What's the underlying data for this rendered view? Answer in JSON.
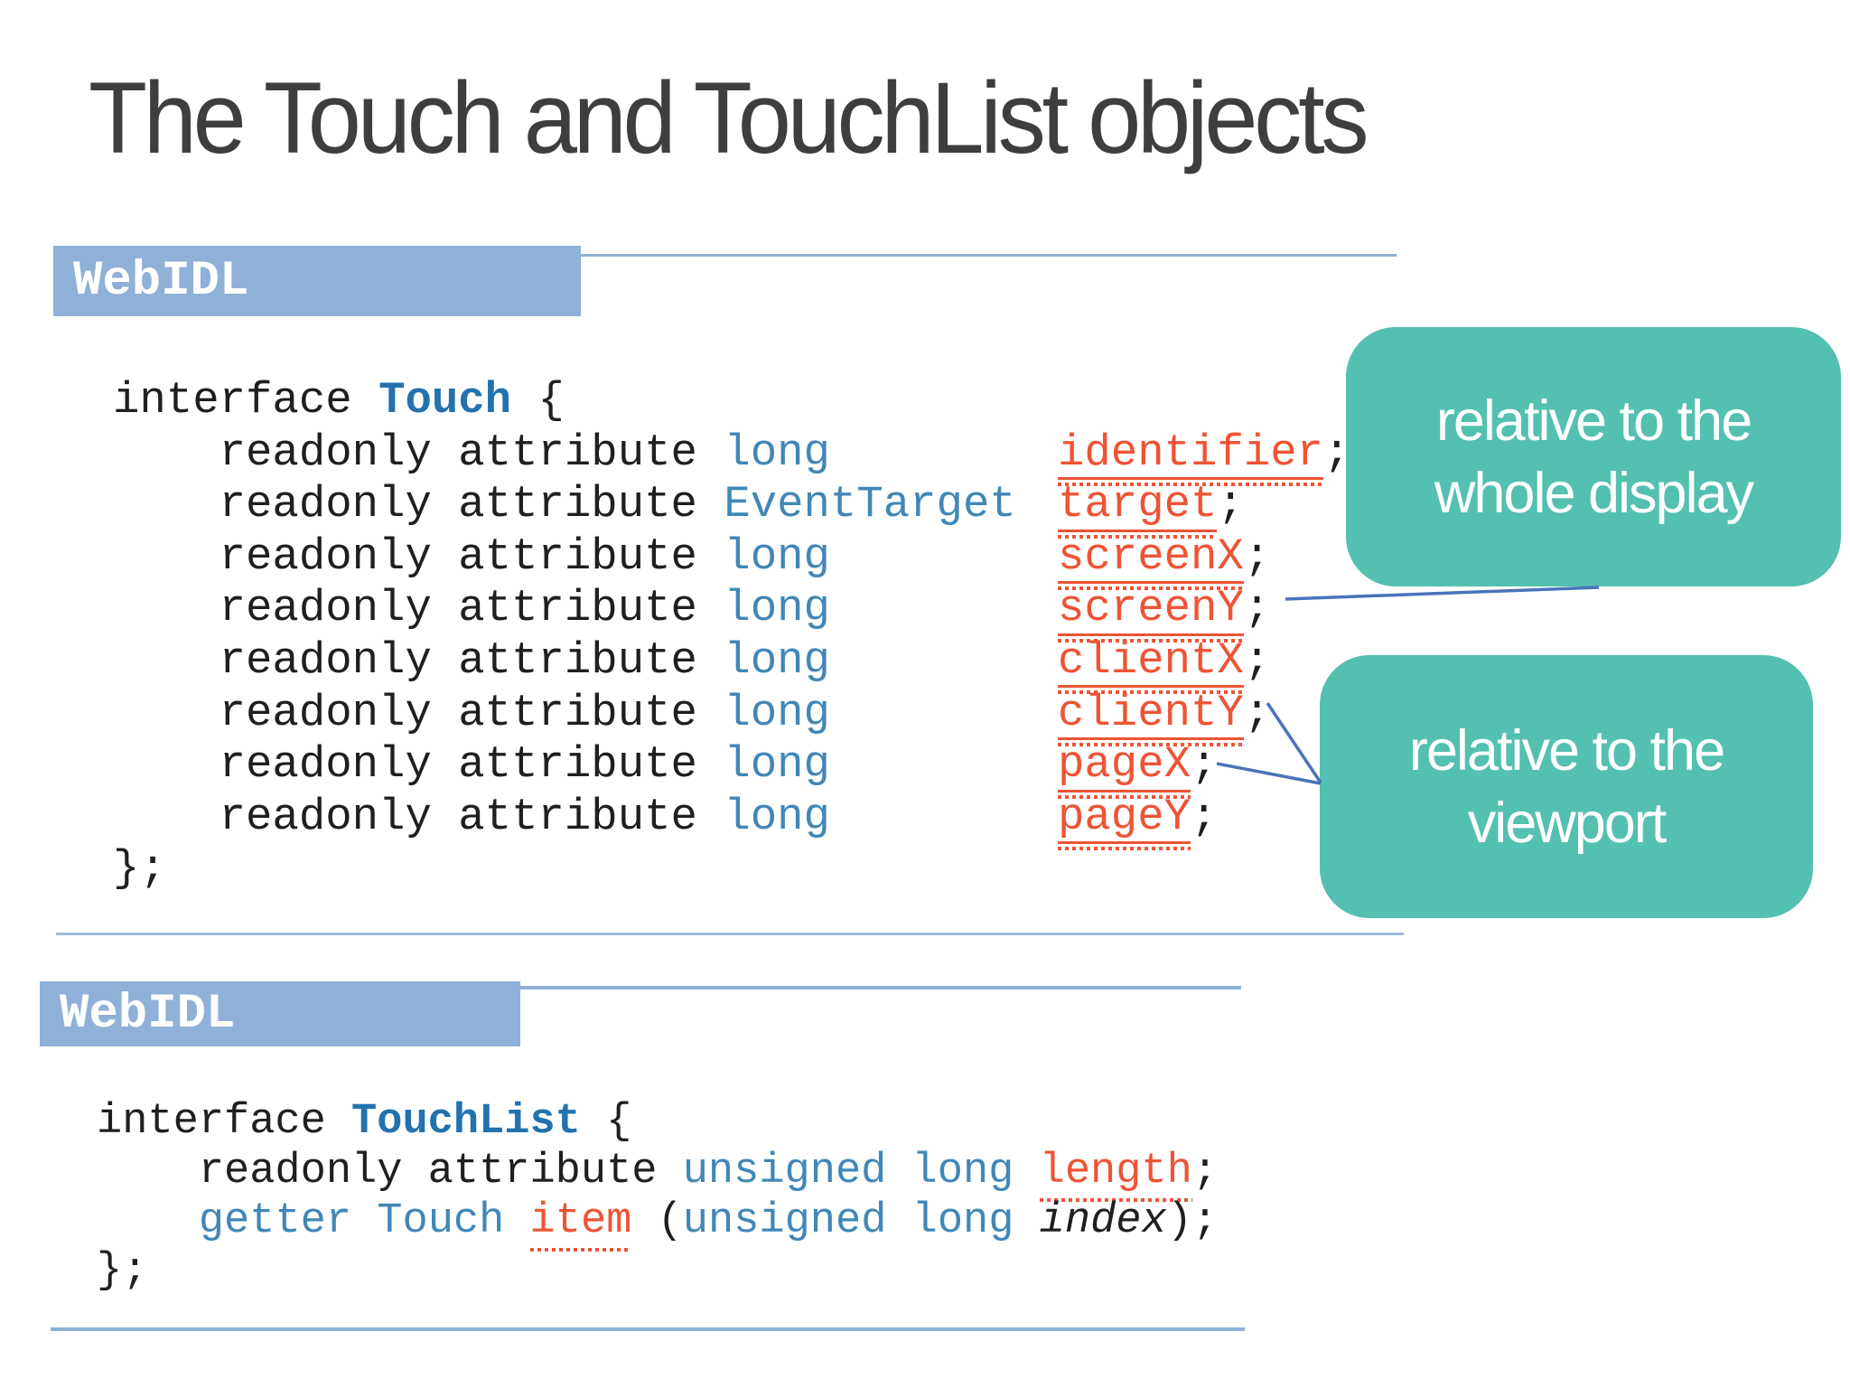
{
  "slide": {
    "title": "The Touch and TouchList objects"
  },
  "colors": {
    "header_bar_blue": "#8fb1d7",
    "rule_blue": "#9fb9d8",
    "connector_blue": "#4a73b8",
    "callout_teal": "#54c0af",
    "keyword_blue": "#4187b7",
    "interface_name_blue": "#2272ae",
    "attribute_orange": "#ee5434",
    "code_text": "#1f1f1f",
    "title_gray": "#3e3e3e"
  },
  "block1": {
    "header": "WebIDL",
    "lines": [
      {
        "segs": [
          {
            "t": "interface ",
            "c": "plain"
          },
          {
            "t": "Touch",
            "c": "iface"
          },
          {
            "t": " {",
            "c": "plain"
          }
        ]
      },
      {
        "segs": [
          {
            "t": "    readonly attribute ",
            "c": "plain"
          },
          {
            "t": "long",
            "c": "type"
          }
        ],
        "name": "identifier"
      },
      {
        "segs": [
          {
            "t": "    readonly attribute ",
            "c": "plain"
          },
          {
            "t": "EventTarget",
            "c": "type"
          }
        ],
        "name": "target"
      },
      {
        "segs": [
          {
            "t": "    readonly attribute ",
            "c": "plain"
          },
          {
            "t": "long",
            "c": "type"
          }
        ],
        "name": "screenX"
      },
      {
        "segs": [
          {
            "t": "    readonly attribute ",
            "c": "plain"
          },
          {
            "t": "long",
            "c": "type"
          }
        ],
        "name": "screenY"
      },
      {
        "segs": [
          {
            "t": "    readonly attribute ",
            "c": "plain"
          },
          {
            "t": "long",
            "c": "type"
          }
        ],
        "name": "clientX"
      },
      {
        "segs": [
          {
            "t": "    readonly attribute ",
            "c": "plain"
          },
          {
            "t": "long",
            "c": "type"
          }
        ],
        "name": "clientY"
      },
      {
        "segs": [
          {
            "t": "    readonly attribute ",
            "c": "plain"
          },
          {
            "t": "long",
            "c": "type"
          }
        ],
        "name": "pageX"
      },
      {
        "segs": [
          {
            "t": "    readonly attribute ",
            "c": "plain"
          },
          {
            "t": "long",
            "c": "type"
          }
        ],
        "name": "pageY"
      },
      {
        "segs": [
          {
            "t": "};",
            "c": "plain"
          }
        ]
      }
    ]
  },
  "block2": {
    "header": "WebIDL",
    "lines": [
      {
        "segs": [
          {
            "t": "interface ",
            "c": "plain"
          },
          {
            "t": "TouchList",
            "c": "iface"
          },
          {
            "t": " {",
            "c": "plain"
          }
        ]
      },
      {
        "segs": [
          {
            "t": "    readonly attribute ",
            "c": "plain"
          },
          {
            "t": "unsigned long",
            "c": "type"
          },
          {
            "t": " ",
            "c": "plain"
          },
          {
            "t": "length",
            "c": "name2"
          },
          {
            "t": ";",
            "c": "plain"
          }
        ]
      },
      {
        "segs": [
          {
            "t": "    ",
            "c": "plain"
          },
          {
            "t": "getter",
            "c": "type"
          },
          {
            "t": " ",
            "c": "plain"
          },
          {
            "t": "Touch",
            "c": "type"
          },
          {
            "t": " ",
            "c": "plain"
          },
          {
            "t": "item",
            "c": "name2"
          },
          {
            "t": " (",
            "c": "plain"
          },
          {
            "t": "unsigned long",
            "c": "type"
          },
          {
            "t": " ",
            "c": "plain"
          },
          {
            "t": "index",
            "c": "ital"
          },
          {
            "t": ");",
            "c": "plain"
          }
        ]
      },
      {
        "segs": [
          {
            "t": "};",
            "c": "plain"
          }
        ]
      }
    ]
  },
  "callouts": [
    {
      "line1": "relative to the",
      "line2": "whole display"
    },
    {
      "line1": "relative to the",
      "line2": "viewport"
    }
  ]
}
